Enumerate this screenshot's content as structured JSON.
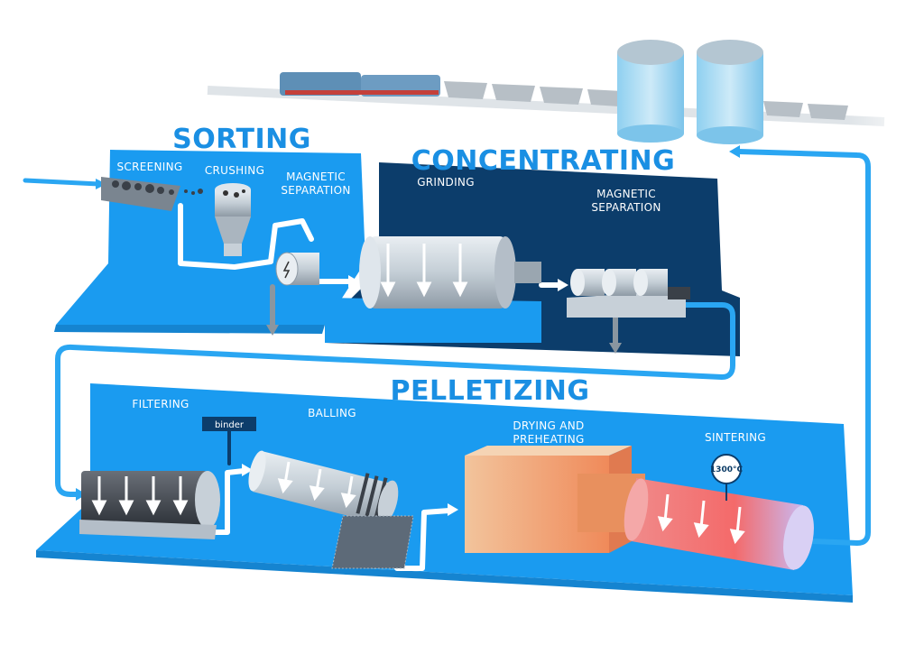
{
  "sections": {
    "sorting": "SORTING",
    "concentrating": "CONCENTRATING",
    "pelletizing": "PELLETIZING"
  },
  "steps": {
    "screening": "SCREENING",
    "crushing": "CRUSHING",
    "magnetic_sep_1": [
      "MAGNETIC",
      "SEPARATION"
    ],
    "grinding": "GRINDING",
    "magnetic_sep_2": [
      "MAGNETIC",
      "SEPARATION"
    ],
    "filtering": "FILTERING",
    "balling": "BALLING",
    "drying": [
      "DRYING AND",
      "PREHEATING"
    ],
    "sintering": "SINTERING"
  },
  "tags": {
    "binder": "binder",
    "temperature": "1300°C"
  },
  "colors": {
    "platform_light": "#1a9bf0",
    "platform_dark": "#0c3d6b",
    "title_blue": "#1a8fe3",
    "flow_line": "#2aa6f2"
  }
}
